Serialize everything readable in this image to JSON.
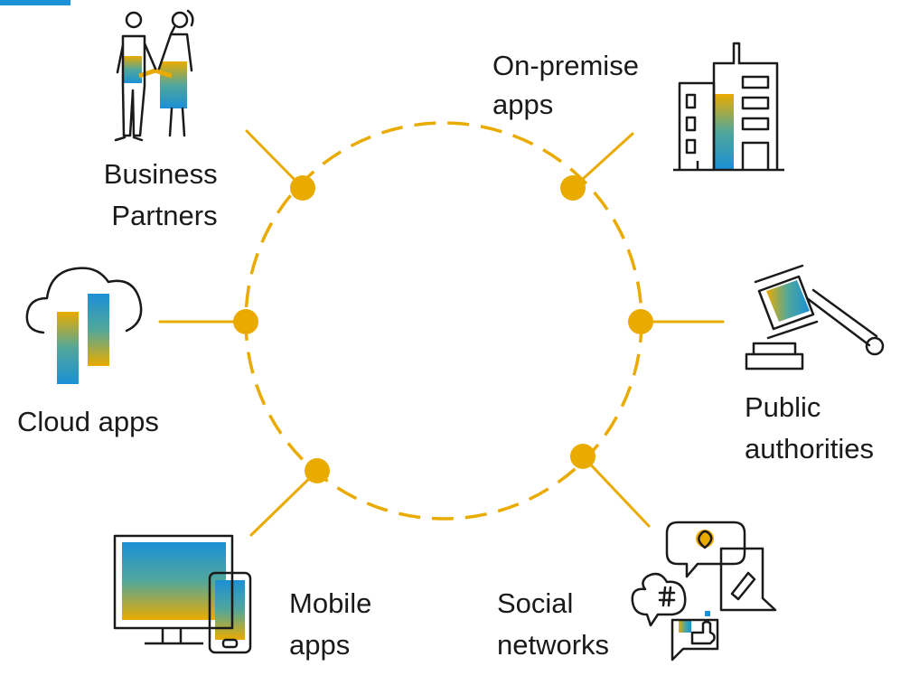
{
  "colors": {
    "accent": "#EAAB00",
    "blue": "#1B90D6",
    "teal": "#52A79A",
    "ink": "#1A1A1A",
    "corner_rule": "#1B90D6"
  },
  "nodes": [
    {
      "id": "business-partners",
      "icon": "handshake-people-icon",
      "lines": [
        "Business",
        "Partners"
      ]
    },
    {
      "id": "on-premise-apps",
      "icon": "office-building-icon",
      "lines": [
        "On-premise",
        "apps"
      ]
    },
    {
      "id": "cloud-apps",
      "icon": "cloud-upload-icon",
      "lines": [
        "Cloud apps"
      ]
    },
    {
      "id": "public-authorities",
      "icon": "gavel-icon",
      "lines": [
        "Public",
        "authorities"
      ]
    },
    {
      "id": "mobile-apps",
      "icon": "desktop-and-phone-icon",
      "lines": [
        "Mobile",
        "apps"
      ]
    },
    {
      "id": "social-networks",
      "icon": "chat-bubbles-icon",
      "lines": [
        "Social",
        "networks"
      ]
    }
  ]
}
